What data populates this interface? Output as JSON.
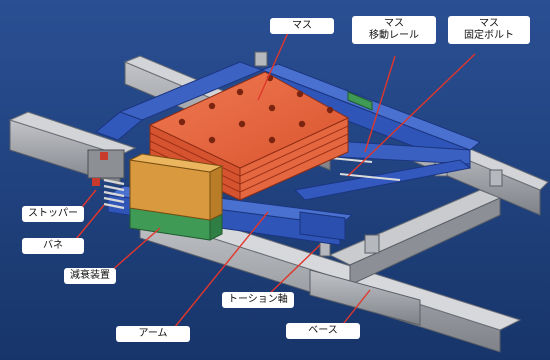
{
  "labels": {
    "mass": "マス",
    "mass_rail_line1": "マス",
    "mass_rail_line2": "移動レール",
    "mass_bolt_line1": "マス",
    "mass_bolt_line2": "固定ボルト",
    "stopper": "ストッパー",
    "spring": "バネ",
    "damper": "減衰装置",
    "torsion_shaft": "トーション軸",
    "arm": "アーム",
    "base": "ベース"
  },
  "colors": {
    "background": "#1f3f7a",
    "mass": "#e8633e",
    "frame": "#2f55b8",
    "base": "#9ea1a6",
    "damper": "#d99a3f",
    "damper_base": "#3f9a55",
    "spring": "#b9b9b9",
    "callout_line": "#e0362b"
  }
}
